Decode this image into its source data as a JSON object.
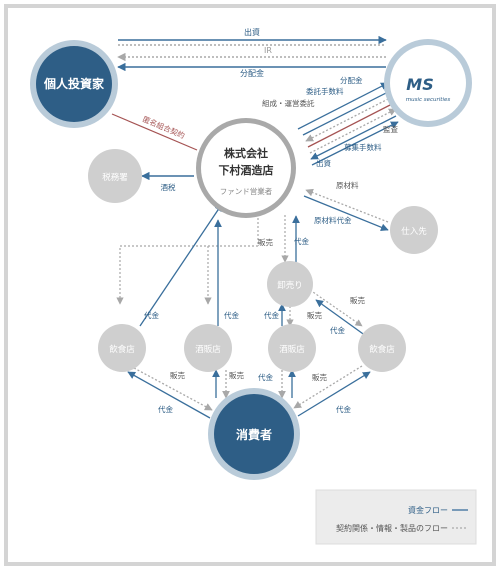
{
  "nodes": {
    "investor": "個人投資家",
    "ms_logo": "MS",
    "ms_sub": "music securities",
    "company_line1": "株式会社",
    "company_line2": "下村酒造店",
    "company_sub": "ファンド営業者",
    "tax_office": "税務署",
    "supplier": "仕入先",
    "wholesale": "卸売り",
    "restaurant": "飲食店",
    "liquor_store": "酒販店",
    "consumer": "消費者"
  },
  "labels": {
    "investment": "出資",
    "ir": "IR",
    "dividend": "分配金",
    "anonymous_partnership": "匿名組合契約",
    "consignment_fee": "委託手数料",
    "organize_manage": "組成・運営委託",
    "dividend2": "分配金",
    "audit": "監査",
    "investment2": "出資",
    "recruit_fee": "募集手数料",
    "liquor_tax": "酒税",
    "raw_material": "原材料",
    "raw_material_payment": "原材料代金",
    "sales": "販売",
    "payment": "代金"
  },
  "legend": {
    "money_flow": "資金フロー",
    "contract_flow": "契約関係・情報・製品のフロー"
  },
  "colors": {
    "dark_blue": "#2e5e86",
    "ring": "#b9cbd9",
    "gray_node": "#cfcfcf",
    "company_ring": "#a9a9a9",
    "money_line": "#3a6f9c",
    "product_line": "#a8a8a8",
    "contract_red": "#a55353"
  }
}
